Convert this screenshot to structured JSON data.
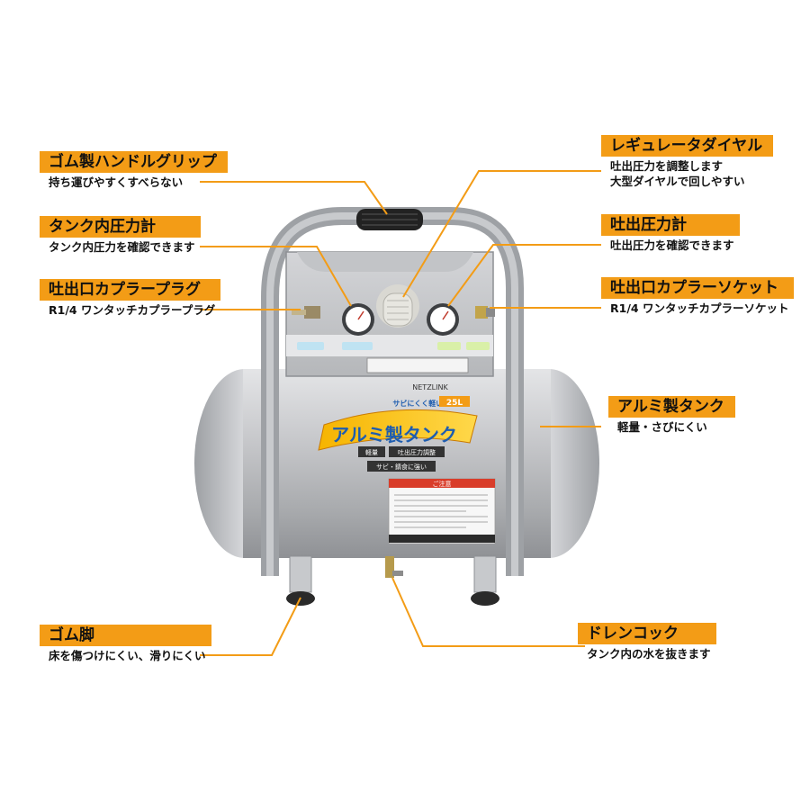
{
  "colors": {
    "accent": "#f39c16",
    "tank": "#b9bbbe",
    "gauge": "#ffffff"
  },
  "callouts": {
    "grip": {
      "title": "ゴム製ハンドルグリップ",
      "sub": "持ち運びやすくすべらない"
    },
    "tankgauge": {
      "title": "タンク内圧力計",
      "sub": "タンク内圧力を確認できます"
    },
    "plug": {
      "title": "吐出口カプラープラグ",
      "sub": "R1/4 ワンタッチカプラープラグ"
    },
    "feet": {
      "title": "ゴム脚",
      "sub": "床を傷つけにくい、滑りにくい"
    },
    "dial": {
      "title": "レギュレータダイヤル",
      "sub1": "吐出圧力を調整します",
      "sub2": "大型ダイヤルで回しやすい"
    },
    "outgauge": {
      "title": "吐出圧力計",
      "sub": "吐出圧力を確認できます"
    },
    "socket": {
      "title": "吐出口カプラーソケット",
      "sub": "R1/4 ワンタッチカプラーソケット"
    },
    "alutank": {
      "title": "アルミ製タンク",
      "sub": "軽量・さびにくい"
    },
    "drain": {
      "title": "ドレンコック",
      "sub": "タンク内の水を抜きます"
    }
  },
  "product": {
    "brand": "NETZLINK",
    "logo_text": "アルミ製タンク",
    "capacity": "25L",
    "tagline": "サビにくく軽い!!",
    "badge1": "軽量",
    "badge2": "吐出圧力調整",
    "badge3": "サビ・錆食に強い",
    "warning_title": "ご注意"
  }
}
